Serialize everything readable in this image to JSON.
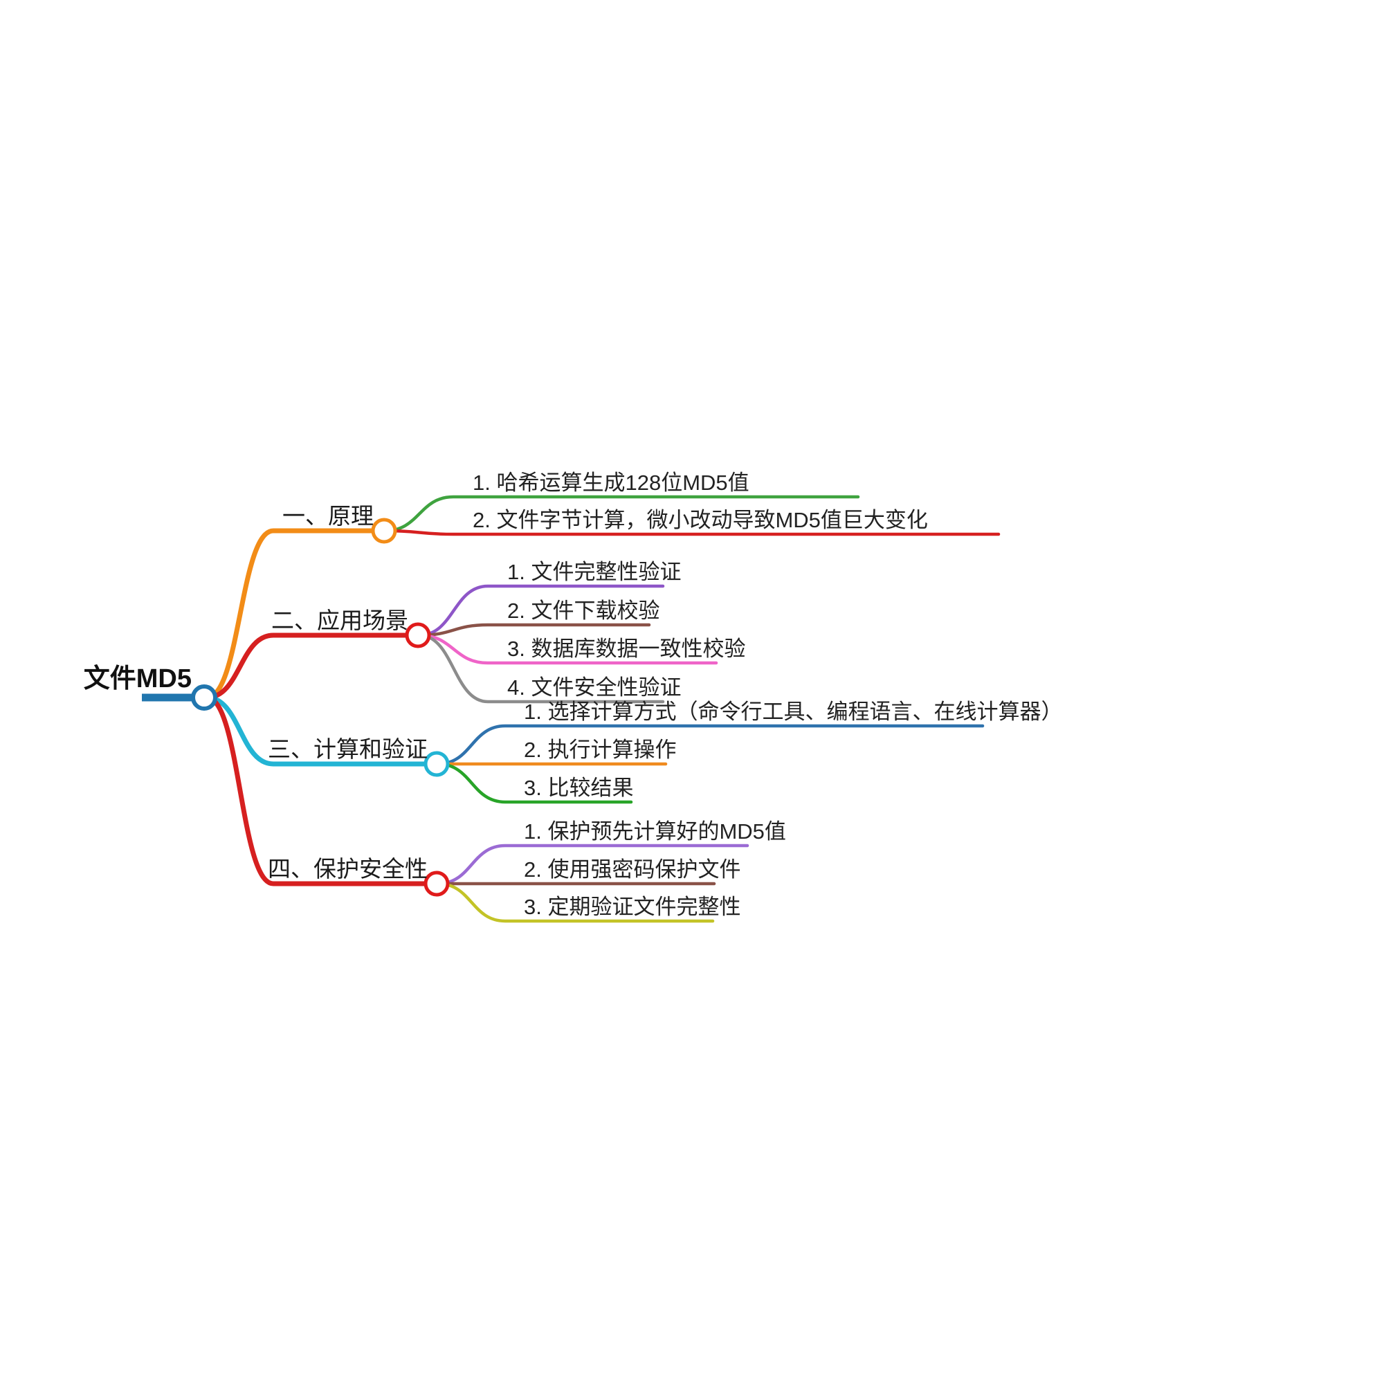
{
  "document": {
    "type": "mindmap",
    "title": "文件MD5",
    "background_color": "#ffffff"
  },
  "root": {
    "label": "文件MD5",
    "line_color": "#2176ae",
    "node_fill": "#ffffff",
    "node_stroke": "#2176ae"
  },
  "branches": [
    {
      "label": "一、原理",
      "color": "#f28c17",
      "node_stroke": "#f28c17",
      "children": [
        {
          "label": "1. 哈希运算生成128位MD5值",
          "color": "#3fa33f"
        },
        {
          "label": "2. 文件字节计算，微小改动导致MD5值巨大变化",
          "color": "#d62020"
        }
      ]
    },
    {
      "label": "二、应用场景",
      "color": "#d62020",
      "node_stroke": "#e01b1b",
      "children": [
        {
          "label": "1. 文件完整性验证",
          "color": "#8e56c8"
        },
        {
          "label": "2. 文件下载校验",
          "color": "#8a5248"
        },
        {
          "label": "3. 数据库数据一致性校验",
          "color": "#ef64c8"
        },
        {
          "label": "4. 文件安全性验证",
          "color": "#8c8c8c"
        }
      ]
    },
    {
      "label": "三、计算和验证",
      "color": "#23b4d4",
      "node_stroke": "#23b4d4",
      "children": [
        {
          "label": "1. 选择计算方式（命令行工具、编程语言、在线计算器）",
          "color": "#2f72ad"
        },
        {
          "label": "2. 执行计算操作",
          "color": "#f08a1e"
        },
        {
          "label": "3. 比较结果",
          "color": "#28a428"
        }
      ]
    },
    {
      "label": "四、保护安全性",
      "color": "#d62020",
      "node_stroke": "#e01b1b",
      "children": [
        {
          "label": "1. 保护预先计算好的MD5值",
          "color": "#9b6bd4"
        },
        {
          "label": "2. 使用强密码保护文件",
          "color": "#8a5248"
        },
        {
          "label": "3. 定期验证文件完整性",
          "color": "#c3c327"
        }
      ]
    }
  ]
}
